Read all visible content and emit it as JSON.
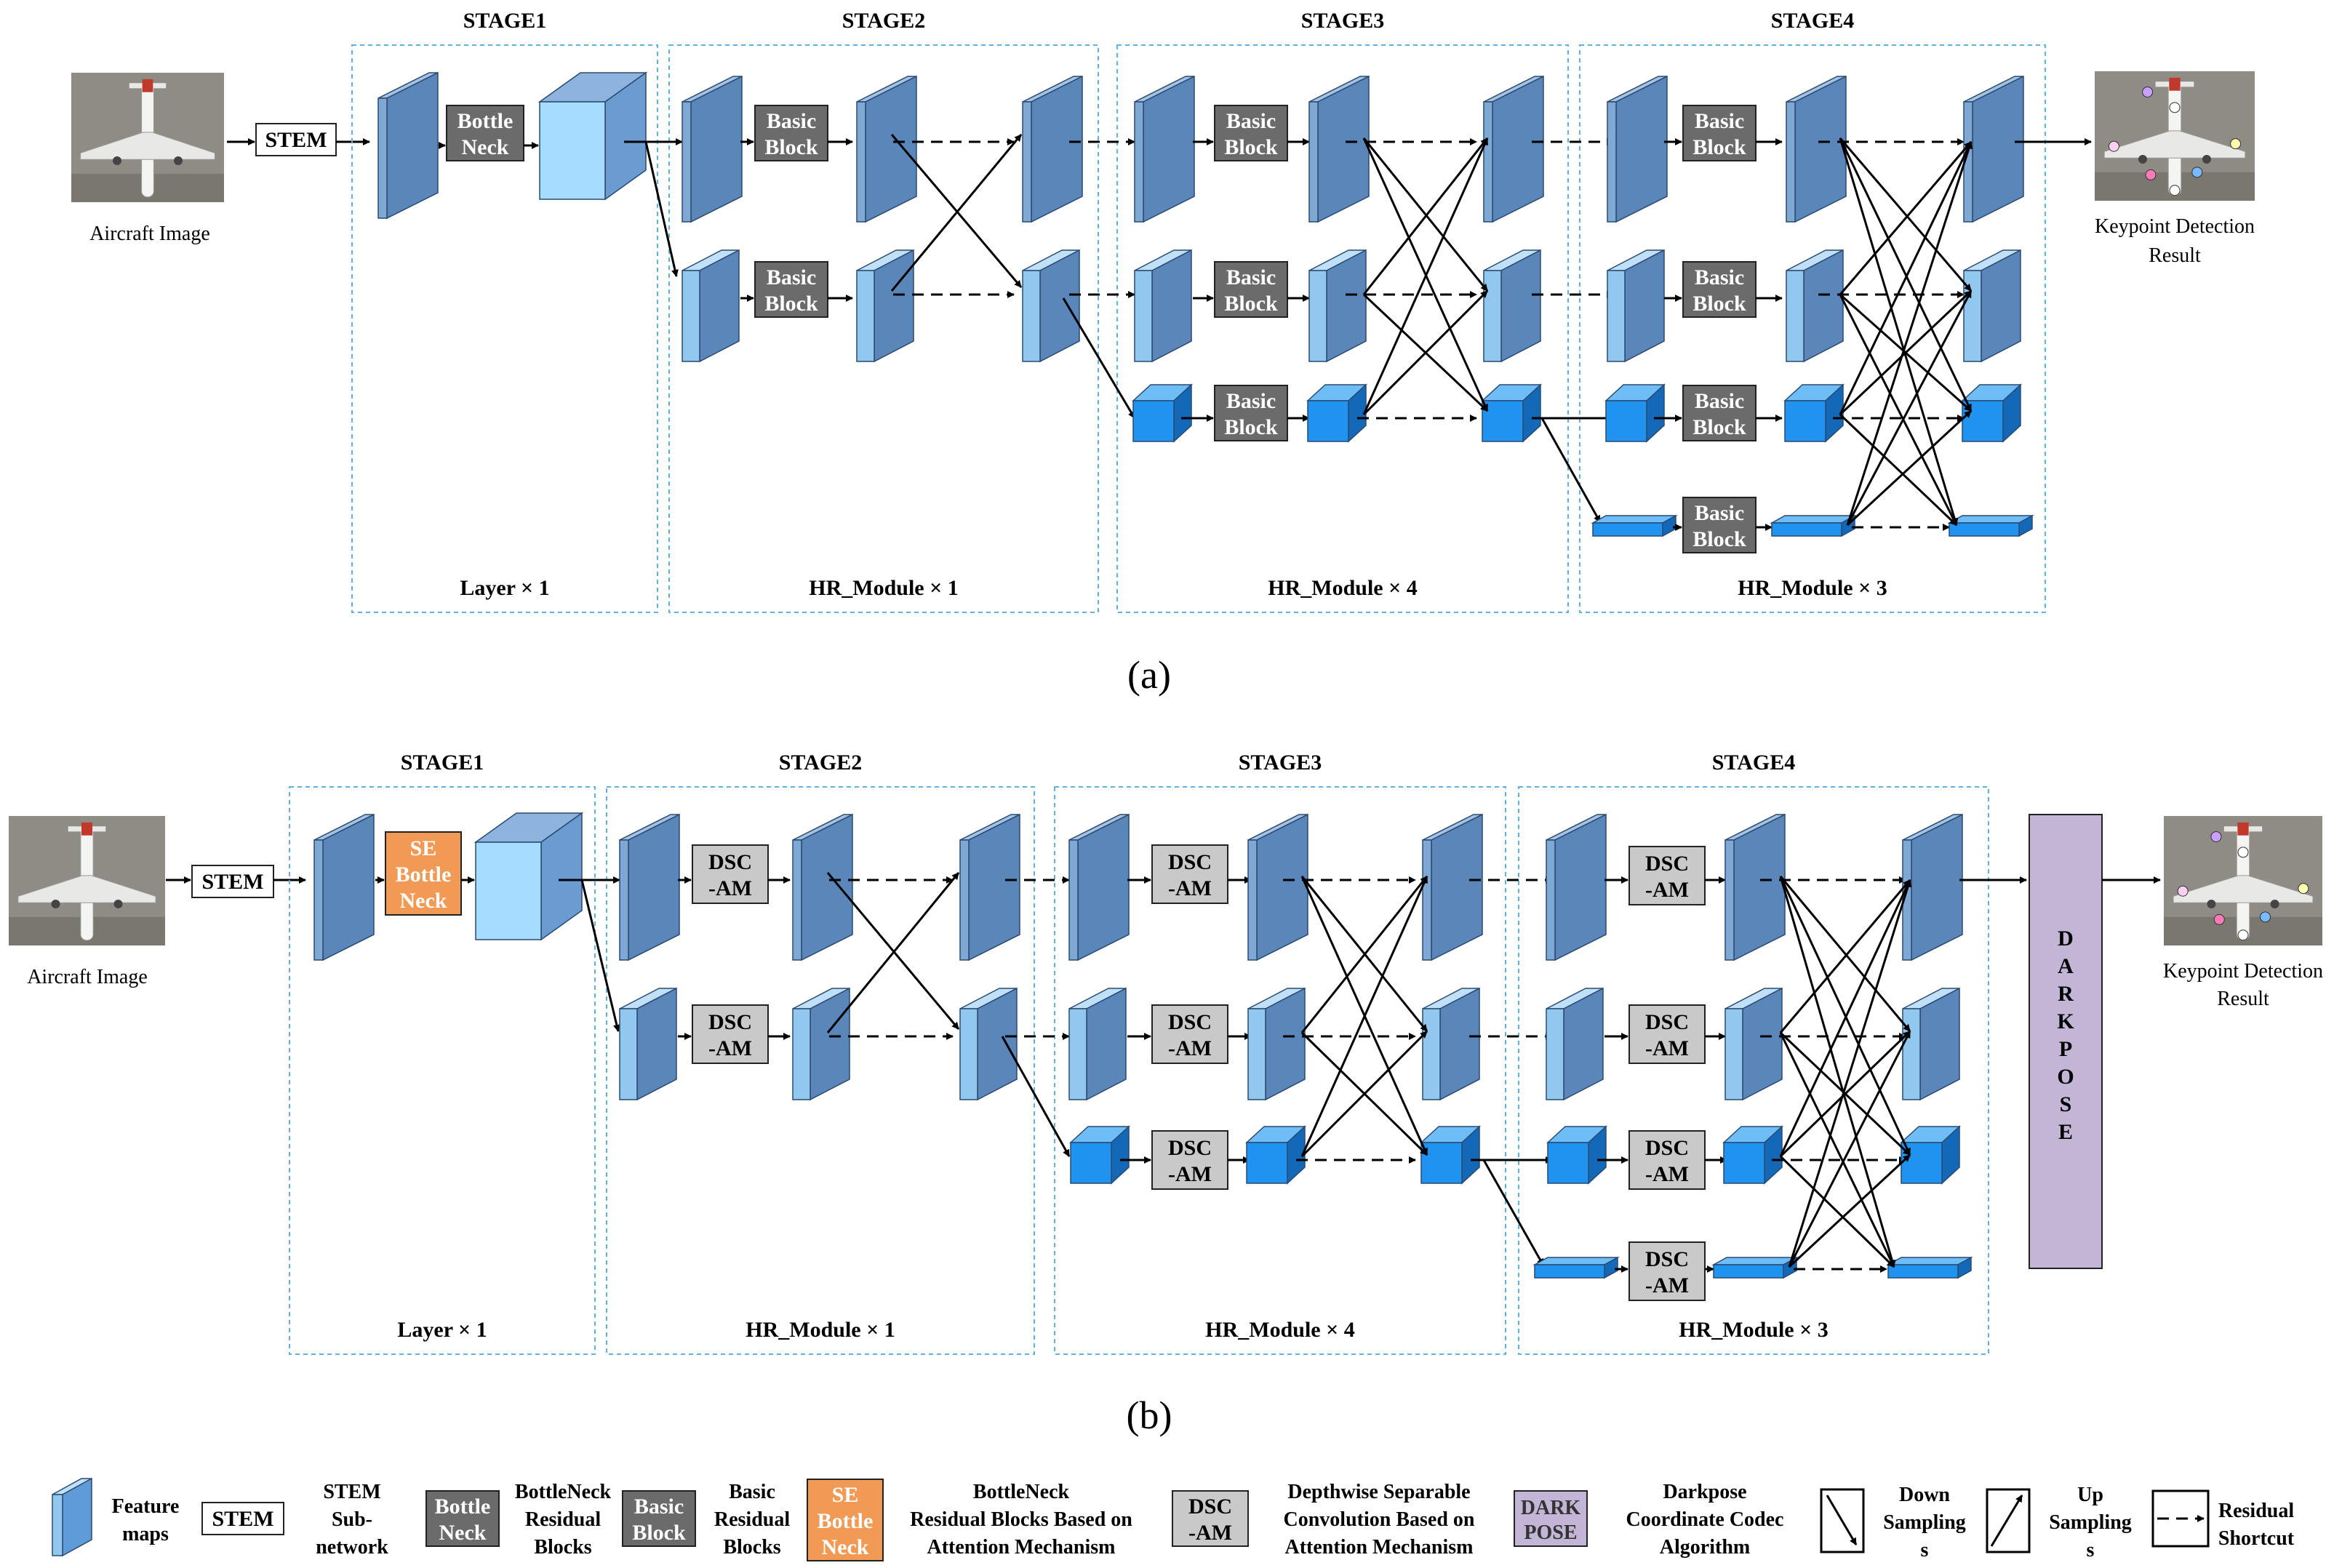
{
  "colors": {
    "frame": "#5fb3de",
    "fm_front": "#7fa8d4",
    "fm_side": "#5b86ba",
    "fm_top": "#a4c2e4",
    "fm_light_front": "#92c8ef",
    "fm_light_side": "#5f9bd6",
    "fm_light_top": "#c0e0f8",
    "small_front": "#1f93ef",
    "small_side": "#1368b8",
    "small_top": "#6fbdf7",
    "stage1_out_front": "#a6dcff",
    "stage1_out_side": "#6b9bd0",
    "stage1_out_top": "#8cb4df",
    "block_dark": "#6b6b6b",
    "block_light": "#c9c9c9",
    "se_orange": "#f09a55",
    "darkpose": "#c3b5d6"
  },
  "diagram_a": {
    "caption": "(a)",
    "input_label": "Aircraft Image",
    "stem": "STEM",
    "output_label": [
      "Keypoint Detection",
      "Result"
    ],
    "stage1": {
      "title": "STAGE1",
      "block": [
        "Bottle",
        "Neck"
      ],
      "footer": "Layer × 1"
    },
    "stage2": {
      "title": "STAGE2",
      "block": [
        "Basic",
        "Block"
      ],
      "footer": "HR_Module × 1"
    },
    "stage3": {
      "title": "STAGE3",
      "block": [
        "Basic",
        "Block"
      ],
      "footer": "HR_Module × 4"
    },
    "stage4": {
      "title": "STAGE4",
      "block": [
        "Basic",
        "Block"
      ],
      "footer": "HR_Module × 3"
    }
  },
  "diagram_b": {
    "caption": "(b)",
    "input_label": "Aircraft Image",
    "stem": "STEM",
    "output_label": [
      "Keypoint Detection",
      "Result"
    ],
    "stage1": {
      "title": "STAGE1",
      "block": [
        "SE",
        "Bottle",
        "Neck"
      ],
      "footer": "Layer × 1"
    },
    "stage2": {
      "title": "STAGE2",
      "block": [
        "DSC",
        "-AM"
      ],
      "footer": "HR_Module × 1"
    },
    "stage3": {
      "title": "STAGE3",
      "block": [
        "DSC",
        "-AM"
      ],
      "footer": "HR_Module × 4"
    },
    "stage4": {
      "title": "STAGE4",
      "block": [
        "DSC",
        "-AM"
      ],
      "footer": "HR_Module × 3"
    },
    "darkpose_letters": [
      "D",
      "A",
      "R",
      "K",
      "P",
      "O",
      "S",
      "E"
    ]
  },
  "legend": {
    "feature_maps": [
      "Feature",
      "maps"
    ],
    "stem_box": "STEM",
    "stem_text": [
      "STEM",
      "Sub-",
      "network"
    ],
    "bottleneck_box": [
      "Bottle",
      "Neck"
    ],
    "bottleneck_text": [
      "BottleNeck",
      "Residual",
      "Blocks"
    ],
    "basic_box": [
      "Basic",
      "Block"
    ],
    "basic_text": [
      "Basic",
      "Residual",
      "Blocks"
    ],
    "se_box": [
      "SE",
      "Bottle",
      "Neck"
    ],
    "se_text": [
      "BottleNeck",
      "Residual Blocks Based on",
      "Attention Mechanism"
    ],
    "dsc_box": [
      "DSC",
      "-AM"
    ],
    "dsc_text": [
      "Depthwise Separable",
      "Convolution Based on",
      "Attention Mechanism"
    ],
    "dark_box": [
      "DARK",
      "POSE"
    ],
    "dark_text": [
      "Darkpose",
      "Coordinate Codec",
      "Algorithm"
    ],
    "down_text": [
      "Down",
      "Sampling",
      "s"
    ],
    "up_text": [
      "Up",
      "Sampling",
      "s"
    ],
    "residual_text": [
      "Residual",
      "Shortcut"
    ]
  }
}
